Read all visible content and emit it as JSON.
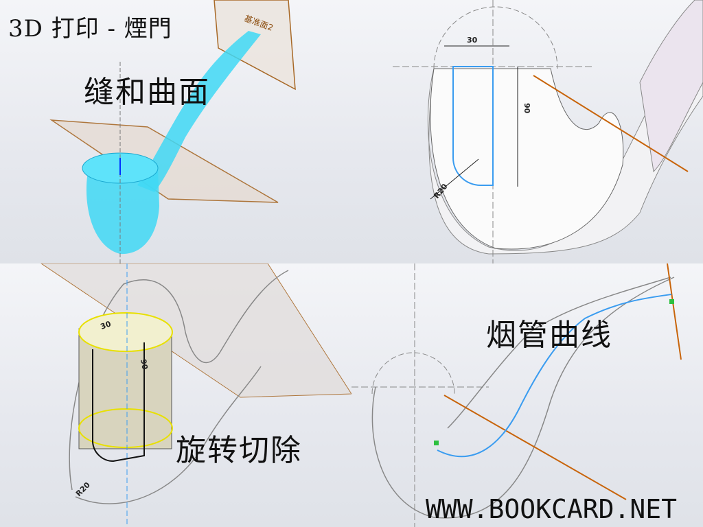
{
  "title": "3D 打印 - 煙門",
  "panels": {
    "top_left": {
      "label": "缝和曲面",
      "plane_label": "基准面2"
    },
    "top_right": {
      "dim_width": "30",
      "dim_height": "90",
      "dim_radius": "R20"
    },
    "bottom_left": {
      "label": "旋转切除",
      "dim_width": "30",
      "dim_height": "90",
      "dim_radius": "R20"
    },
    "bottom_right": {
      "label": "烟管曲线"
    }
  },
  "watermark": "WWW.BOOKCARD.NET",
  "colors": {
    "surface_cyan": "#3fd8f5",
    "sketch_blue": "#3a9cf0",
    "plane_edge": "#a05a10",
    "axis_orange": "#c8640a",
    "cylinder_yellow": "#e8e000"
  }
}
